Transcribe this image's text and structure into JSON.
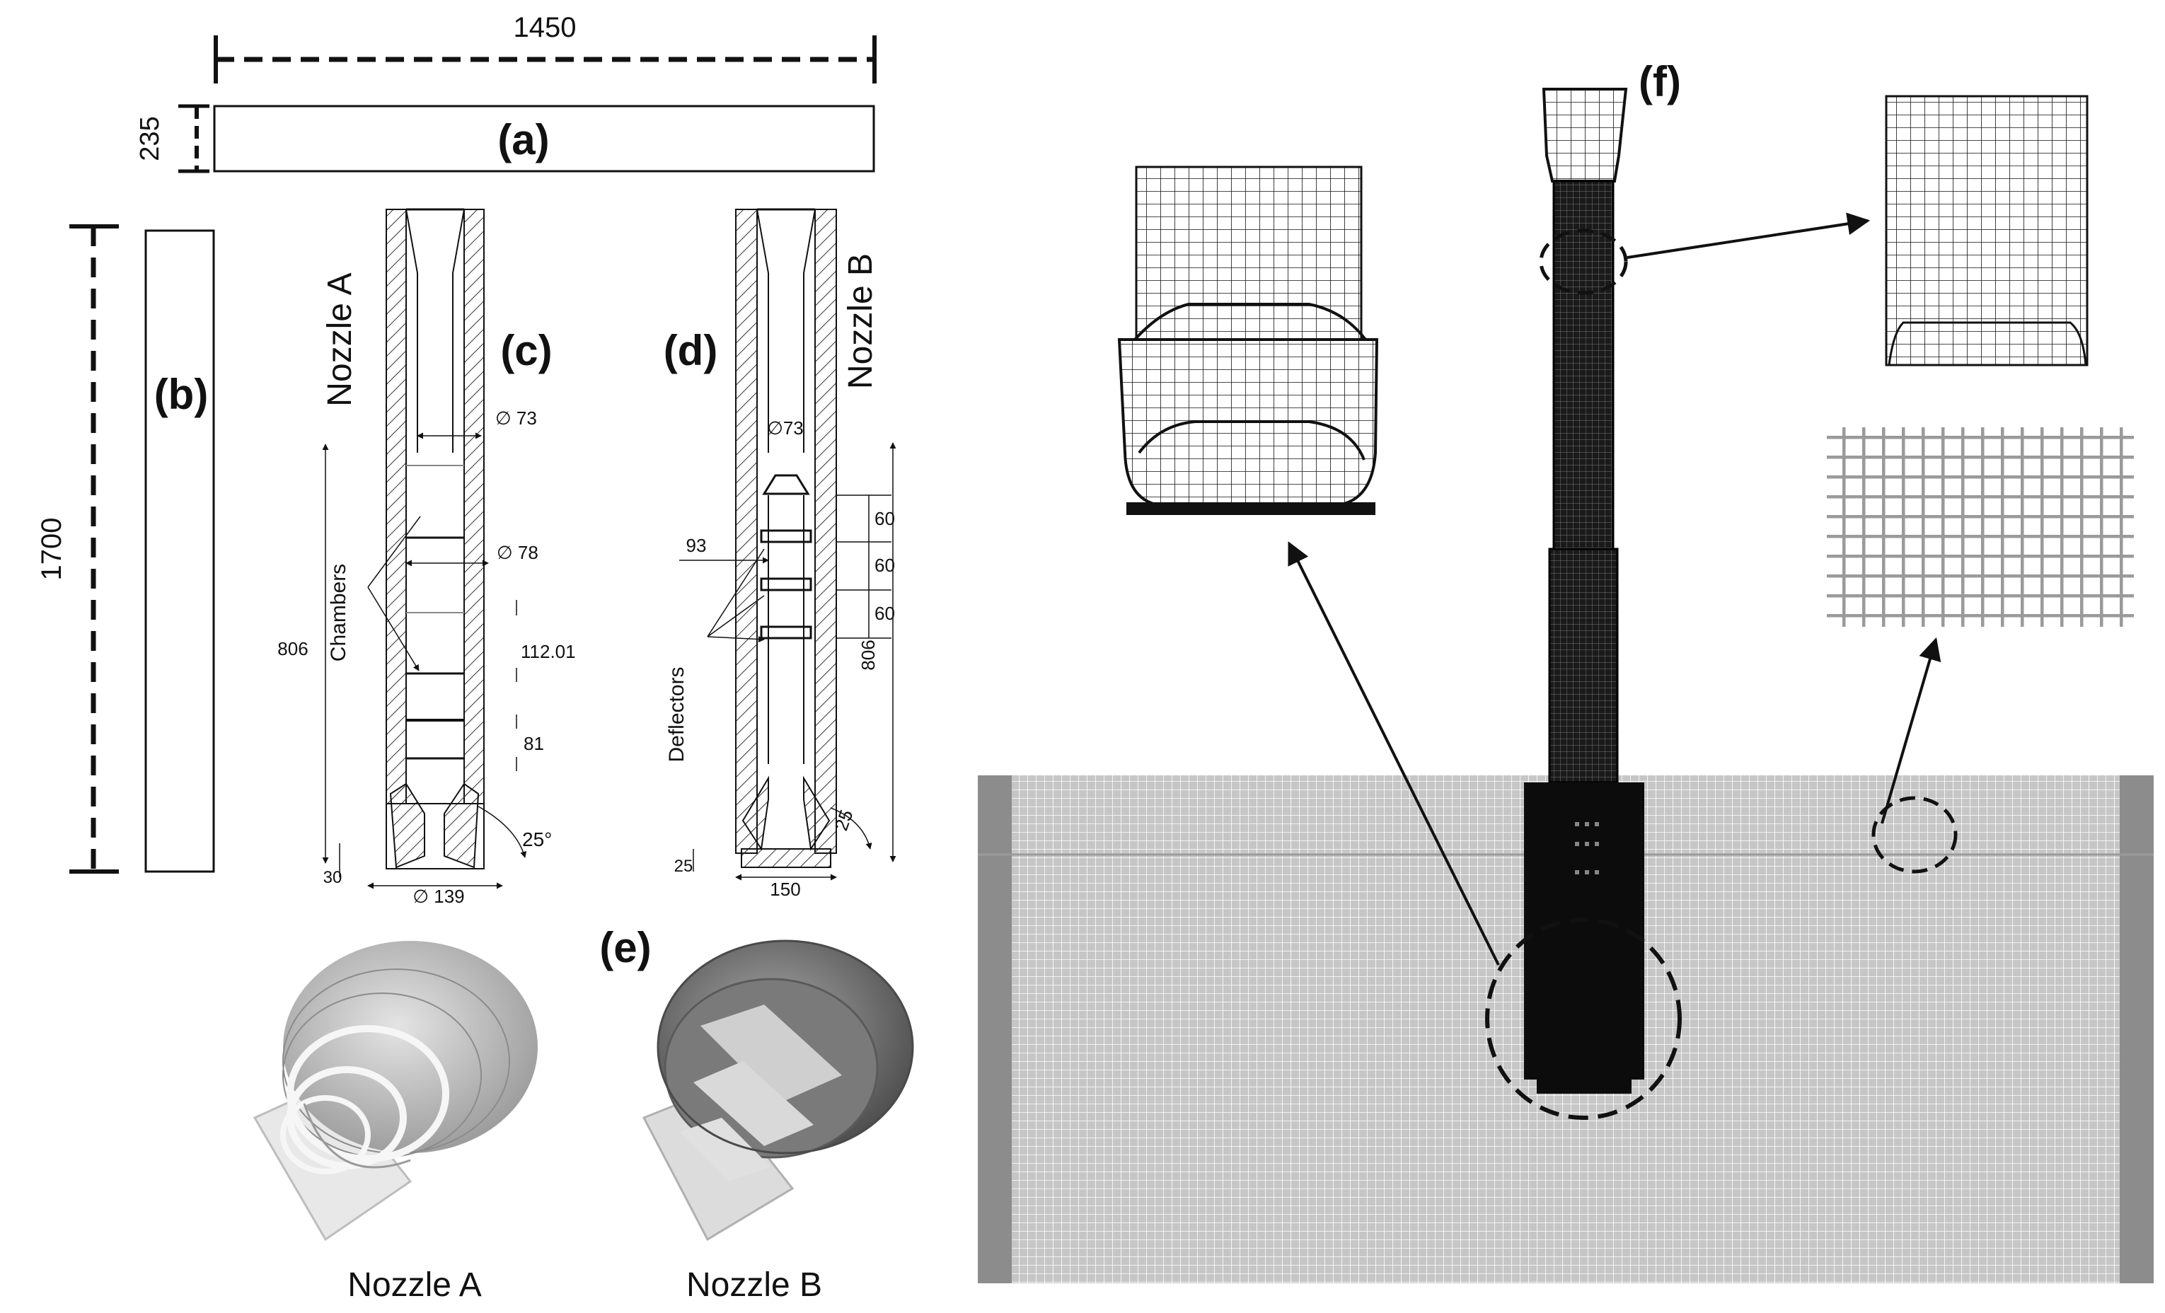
{
  "panels": {
    "a": {
      "label": "(a)",
      "length": "1450",
      "height": "235"
    },
    "b": {
      "label": "(b)",
      "height": "1700"
    },
    "c": {
      "label": "(c)",
      "title": "Nozzle A",
      "dim_inner": "∅ 73",
      "dim_chamber": "∅ 78",
      "dim_height": "806",
      "dim_pitch": "112.01",
      "dim_lower": "81",
      "dim_angle": "25°",
      "dim_base": "30",
      "dim_outer": "∅ 139",
      "side_label": "Chambers"
    },
    "d": {
      "label": "(d)",
      "title": "Nozzle B",
      "dim_inner": "∅73",
      "dim_left": "93",
      "dim_spacing_1": "60",
      "dim_spacing_2": "60",
      "dim_spacing_3": "60",
      "dim_height": "806",
      "dim_angle": "25",
      "dim_base": "25",
      "dim_outer": "150",
      "side_label": "Deflectors"
    },
    "e": {
      "label": "(e)",
      "caption_a": "Nozzle A",
      "caption_b": "Nozzle B"
    },
    "f": {
      "label": "(f)"
    }
  },
  "colors": {
    "line": "#111111",
    "mesh_fill": "#c8c8c8",
    "mesh_grid": "#ffffff",
    "block_edge": "#8c8c8c",
    "nozzle_dark": "#0c0c0c",
    "render_light": "#d4d4d4",
    "render_dark": "#6a6a6a"
  }
}
